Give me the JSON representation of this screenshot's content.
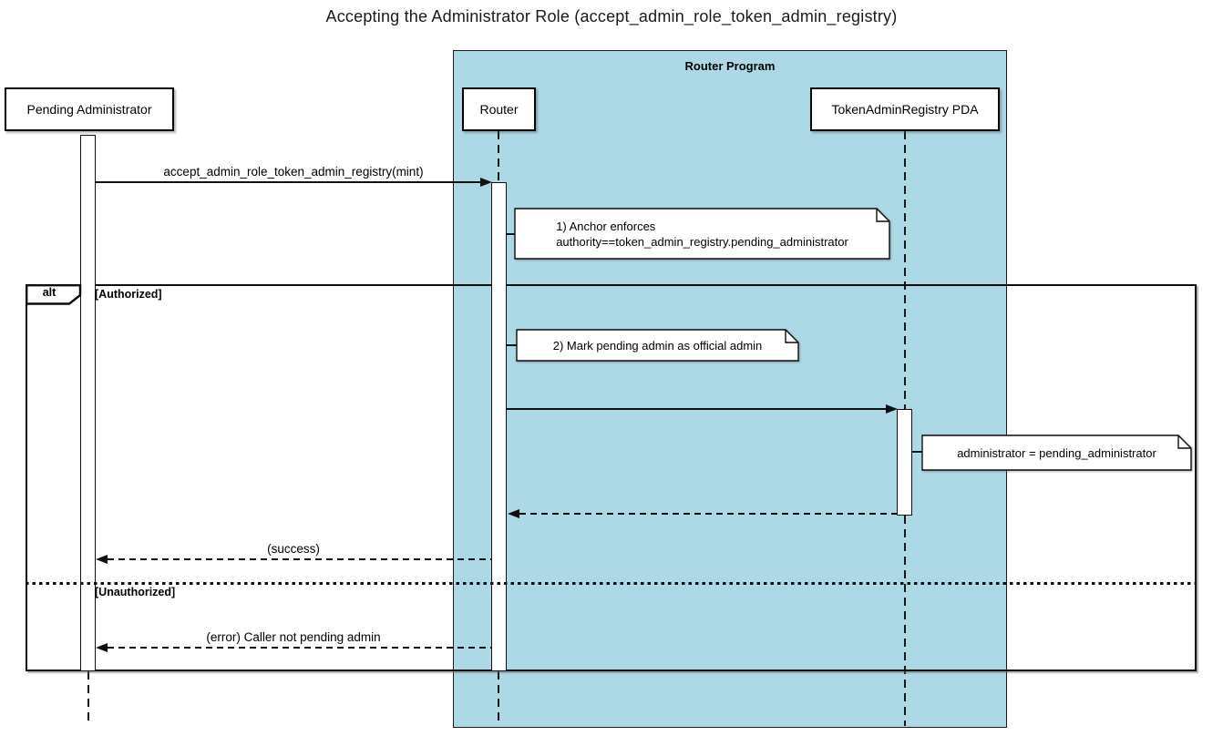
{
  "title": "Accepting the Administrator Role (accept_admin_role_token_admin_registry)",
  "container": {
    "label": "Router Program"
  },
  "participants": {
    "pending": "Pending Administrator",
    "router": "Router",
    "pda": "TokenAdminRegistry PDA"
  },
  "messages": {
    "call": "accept_admin_role_token_admin_registry(mint)",
    "success": "(success)",
    "error": "(error) Caller not pending admin"
  },
  "notes": {
    "n1": {
      "line1": "1) Anchor enforces",
      "line2": "authority==token_admin_registry.pending_administrator"
    },
    "n2": {
      "text": "2) Mark pending admin as official admin"
    },
    "n3": {
      "text": "administrator = pending_administrator"
    }
  },
  "alt": {
    "operator": "alt",
    "guard_authorized": "[Authorized]",
    "guard_unauthorized": "[Unauthorized]"
  },
  "colors": {
    "container_fill": "#ADD8E6",
    "stroke": "#000000",
    "participant_fill": "#FFFFFF",
    "note_fill": "#FFFFFF"
  }
}
